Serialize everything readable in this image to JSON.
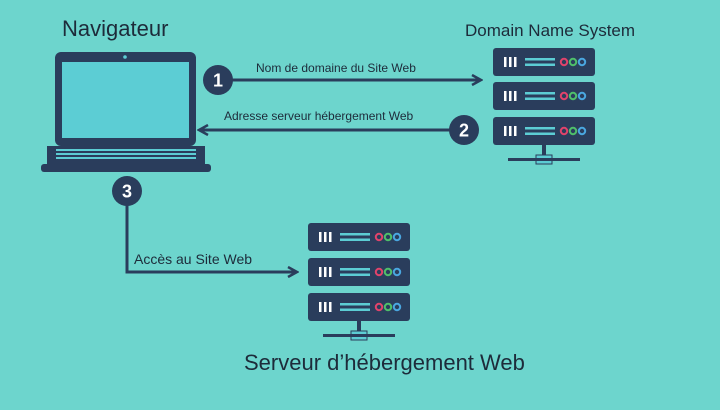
{
  "browser": {
    "title": "Navigateur"
  },
  "dns": {
    "title": "Domain Name System"
  },
  "host": {
    "title": "Serveur d’hébergement Web"
  },
  "steps": [
    {
      "number": "1",
      "label": "Nom de domaine du Site Web"
    },
    {
      "number": "2",
      "label": "Adresse serveur hébergement Web"
    },
    {
      "number": "3",
      "label": "Accès au Site Web"
    }
  ],
  "colors": {
    "background": "#6dd5cd",
    "dark": "#2a3d5c",
    "screen": "#5ccdd4",
    "led_red": "#e0436b",
    "led_green": "#4fbf6a",
    "led_blue": "#4aa7e0"
  }
}
